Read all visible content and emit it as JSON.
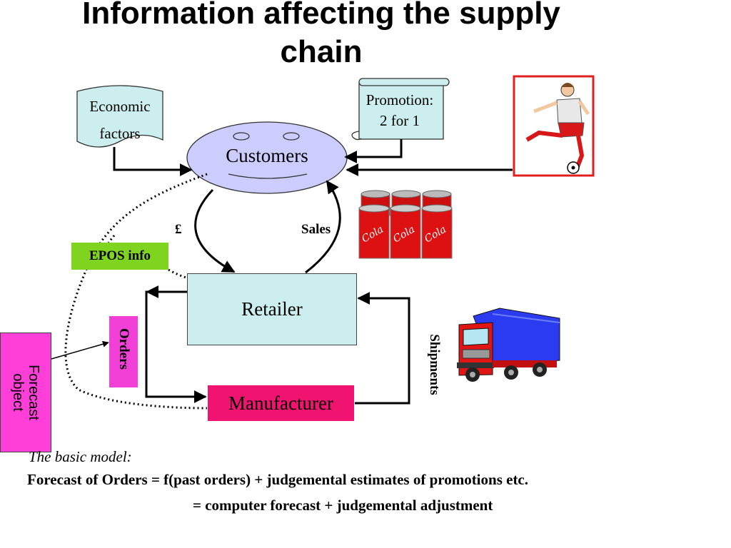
{
  "slide": {
    "title_line1": "Information affecting the supply",
    "title_line2": "chain"
  },
  "diagram": {
    "economic_factors_line1": "Economic",
    "economic_factors_line2": "factors",
    "promotion_line1": "Promotion:",
    "promotion_line2": "2 for 1",
    "customers": "Customers",
    "retailer": "Retailer",
    "manufacturer": "Manufacturer",
    "epos": "EPOS info",
    "orders": "Orders",
    "forecast_object": "Forecast\nobject",
    "pound_label": "£",
    "sales_label": "Sales",
    "shipments_label": "Shipments",
    "can_text": "Cola",
    "colors": {
      "customers_fill": "#ccccff",
      "retailer_fill": "#cdeeee",
      "manufacturer_fill": "#f0136f",
      "epos_fill": "#7fd41f",
      "orders_fill": "#f23fd8",
      "forecast_fill": "#ff3fd8",
      "scroll_fill": "#cdeeee"
    }
  },
  "model": {
    "heading": "The basic model:",
    "formula_line1": "Forecast of Orders = f(past orders) + judgemental estimates of promotions etc.",
    "formula_line2": "=  computer forecast + judgemental adjustment"
  }
}
